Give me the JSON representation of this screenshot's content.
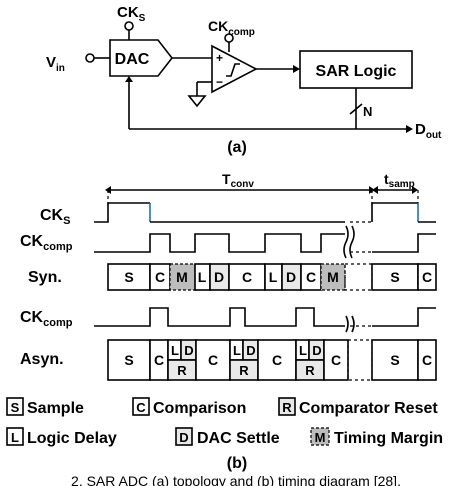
{
  "topology": {
    "dac_label": "DAC",
    "cks_label": "CK",
    "cks_sub": "S",
    "vin_label": "V",
    "vin_sub": "in",
    "ckcomp_label": "CK",
    "ckcomp_sub": "comp",
    "sar_logic_label": "SAR Logic",
    "n_label": "N",
    "dout_label": "D",
    "dout_sub": "out",
    "plus_sign": "+",
    "minus_sign": "−",
    "caption_a": "(a)"
  },
  "timing": {
    "tconv_label": "T",
    "tconv_sub": "conv",
    "tsamp_label": "t",
    "tsamp_sub": "samp",
    "row_cks": "CK",
    "row_cks_sub": "S",
    "row_ckcomp1": "CK",
    "row_ckcomp1_sub": "comp",
    "row_syn": "Syn.",
    "row_ckcomp2": "CK",
    "row_ckcomp2_sub": "comp",
    "row_asyn": "Asyn.",
    "syn_cells": [
      "S",
      "C",
      "M",
      "L",
      "D",
      "C",
      "L",
      "D",
      "C",
      "M",
      "S",
      "C"
    ],
    "asyn_cells": [
      "S",
      "C",
      "L",
      "D",
      "R",
      "C",
      "L",
      "D",
      "R",
      "C",
      "L",
      "D",
      "R",
      "C",
      "S",
      "C"
    ]
  },
  "legend": {
    "items": [
      {
        "key": "S",
        "label": "Sample"
      },
      {
        "key": "C",
        "label": "Comparison"
      },
      {
        "key": "R",
        "label": "Comparator Reset"
      },
      {
        "key": "L",
        "label": "Logic Delay"
      },
      {
        "key": "D",
        "label": "DAC Settle"
      },
      {
        "key": "M",
        "label": "Timing Margin"
      }
    ],
    "caption_b": "(b)"
  },
  "figure_caption": "2. SAR ADC (a) topology and (b) timing diagram [28]."
}
